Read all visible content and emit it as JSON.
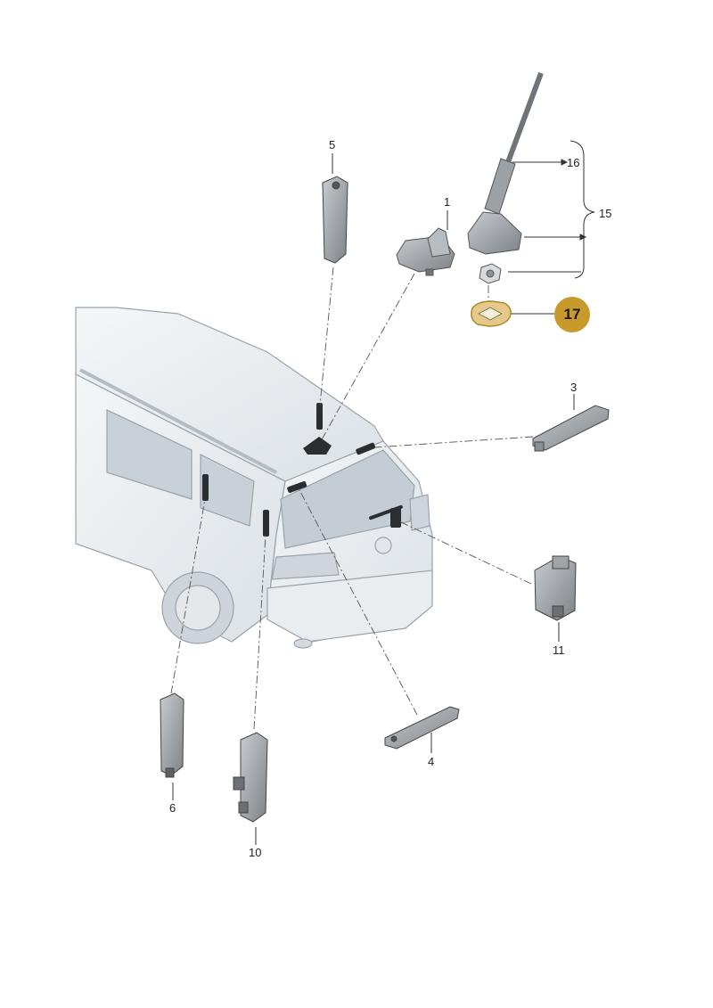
{
  "callouts": {
    "c1": "1",
    "c3": "3",
    "c4": "4",
    "c5": "5",
    "c6": "6",
    "c10": "10",
    "c11": "11",
    "c15": "15",
    "c16": "16",
    "c17": "17"
  },
  "colors": {
    "highlight": "#c79a2b",
    "part": "#9a9ea3",
    "line": "#444444",
    "car": "#e6ebef"
  }
}
